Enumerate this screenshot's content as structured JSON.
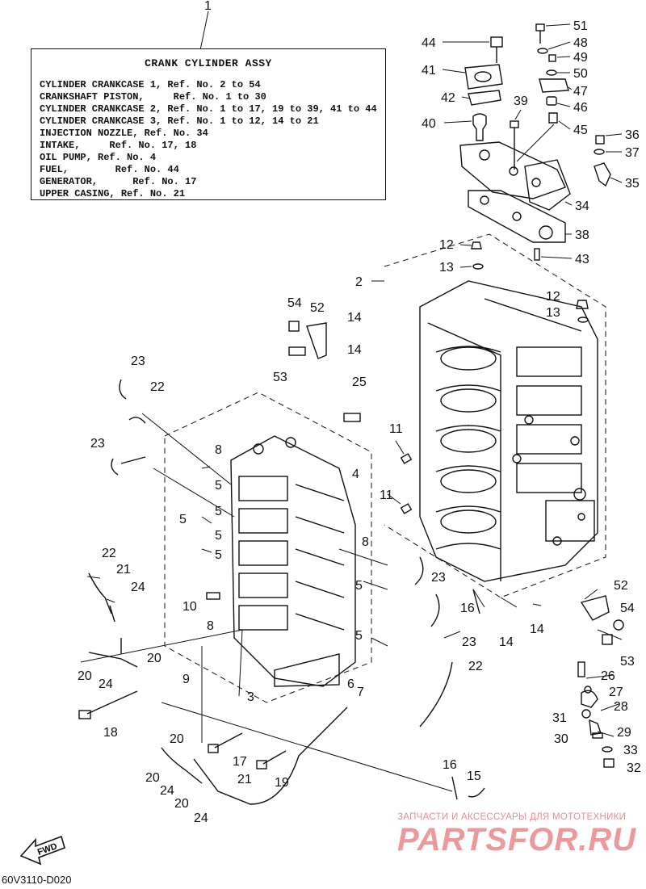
{
  "legend": {
    "ref_number": "1",
    "title": "CRANK CYLINDER ASSY",
    "lines": [
      "CYLINDER CRANKCASE 1, Ref. No. 2 to 54",
      "CRANKSHAFT PISTON,     Ref. No. 1 to 30",
      "CYLINDER CRANKCASE 2, Ref. No. 1 to 17, 19 to 39, 41 to 44",
      "CYLINDER CRANKCASE 3, Ref. No. 1 to 12, 14 to 21",
      "INJECTION NOZZLE, Ref. No. 34",
      "INTAKE,     Ref. No. 17, 18",
      "OIL PUMP, Ref. No. 4",
      "FUEL,        Ref. No. 44",
      "GENERATOR,      Ref. No. 17",
      "UPPER CASING, Ref. No. 21"
    ]
  },
  "callouts": {
    "c51": "51",
    "c48": "48",
    "c49": "49",
    "c50": "50",
    "c47": "47",
    "c44": "44",
    "c41": "41",
    "c42": "42",
    "c39": "39",
    "c46": "46",
    "c40": "40",
    "c45": "45",
    "c36": "36",
    "c37": "37",
    "c35": "35",
    "c34": "34",
    "c38": "38",
    "c43": "43",
    "c12a": "12",
    "c13a": "13",
    "c2": "2",
    "c12b": "12",
    "c13b": "13",
    "c54a": "54",
    "c52a": "52",
    "c14a": "14",
    "c14b": "14",
    "c53": "53",
    "c23a": "23",
    "c22a": "22",
    "c25": "25",
    "c11a": "11",
    "c23b": "23",
    "c8a": "8",
    "c5a": "5",
    "c5b": "5",
    "c5c": "5",
    "c4": "4",
    "c11b": "11",
    "c5d": "5",
    "c5e": "5",
    "c22b": "22",
    "c21a": "21",
    "c24a": "24",
    "c10": "10",
    "c8b": "8",
    "c5f": "5",
    "c23c": "23",
    "c16a": "16",
    "c8c": "8",
    "c5g": "5",
    "c23d": "23",
    "c14c": "14",
    "c14d": "14",
    "c52b": "52",
    "c54b": "54",
    "c20a": "20",
    "c20b": "20",
    "c24b": "24",
    "c22c": "22",
    "c53b": "53",
    "c9": "9",
    "c6": "6",
    "c7": "7",
    "c3": "3",
    "c26": "26",
    "c27": "27",
    "c28": "28",
    "c18": "18",
    "c31": "31",
    "c29": "29",
    "c30": "30",
    "c33": "33",
    "c32": "32",
    "c20c": "20",
    "c17": "17",
    "c21b": "21",
    "c20d": "20",
    "c19": "19",
    "c24c": "24",
    "c20e": "20",
    "c24d": "24",
    "c16b": "16",
    "c15": "15"
  },
  "watermark": {
    "top": "ЗАПЧАСТИ И АКСЕССУАРЫ ДЛЯ МОТОТЕХНИКИ",
    "logo": "PARTSFOR.RU"
  },
  "fwd_label": "FWD",
  "diagram_code": "60V3110-D020"
}
